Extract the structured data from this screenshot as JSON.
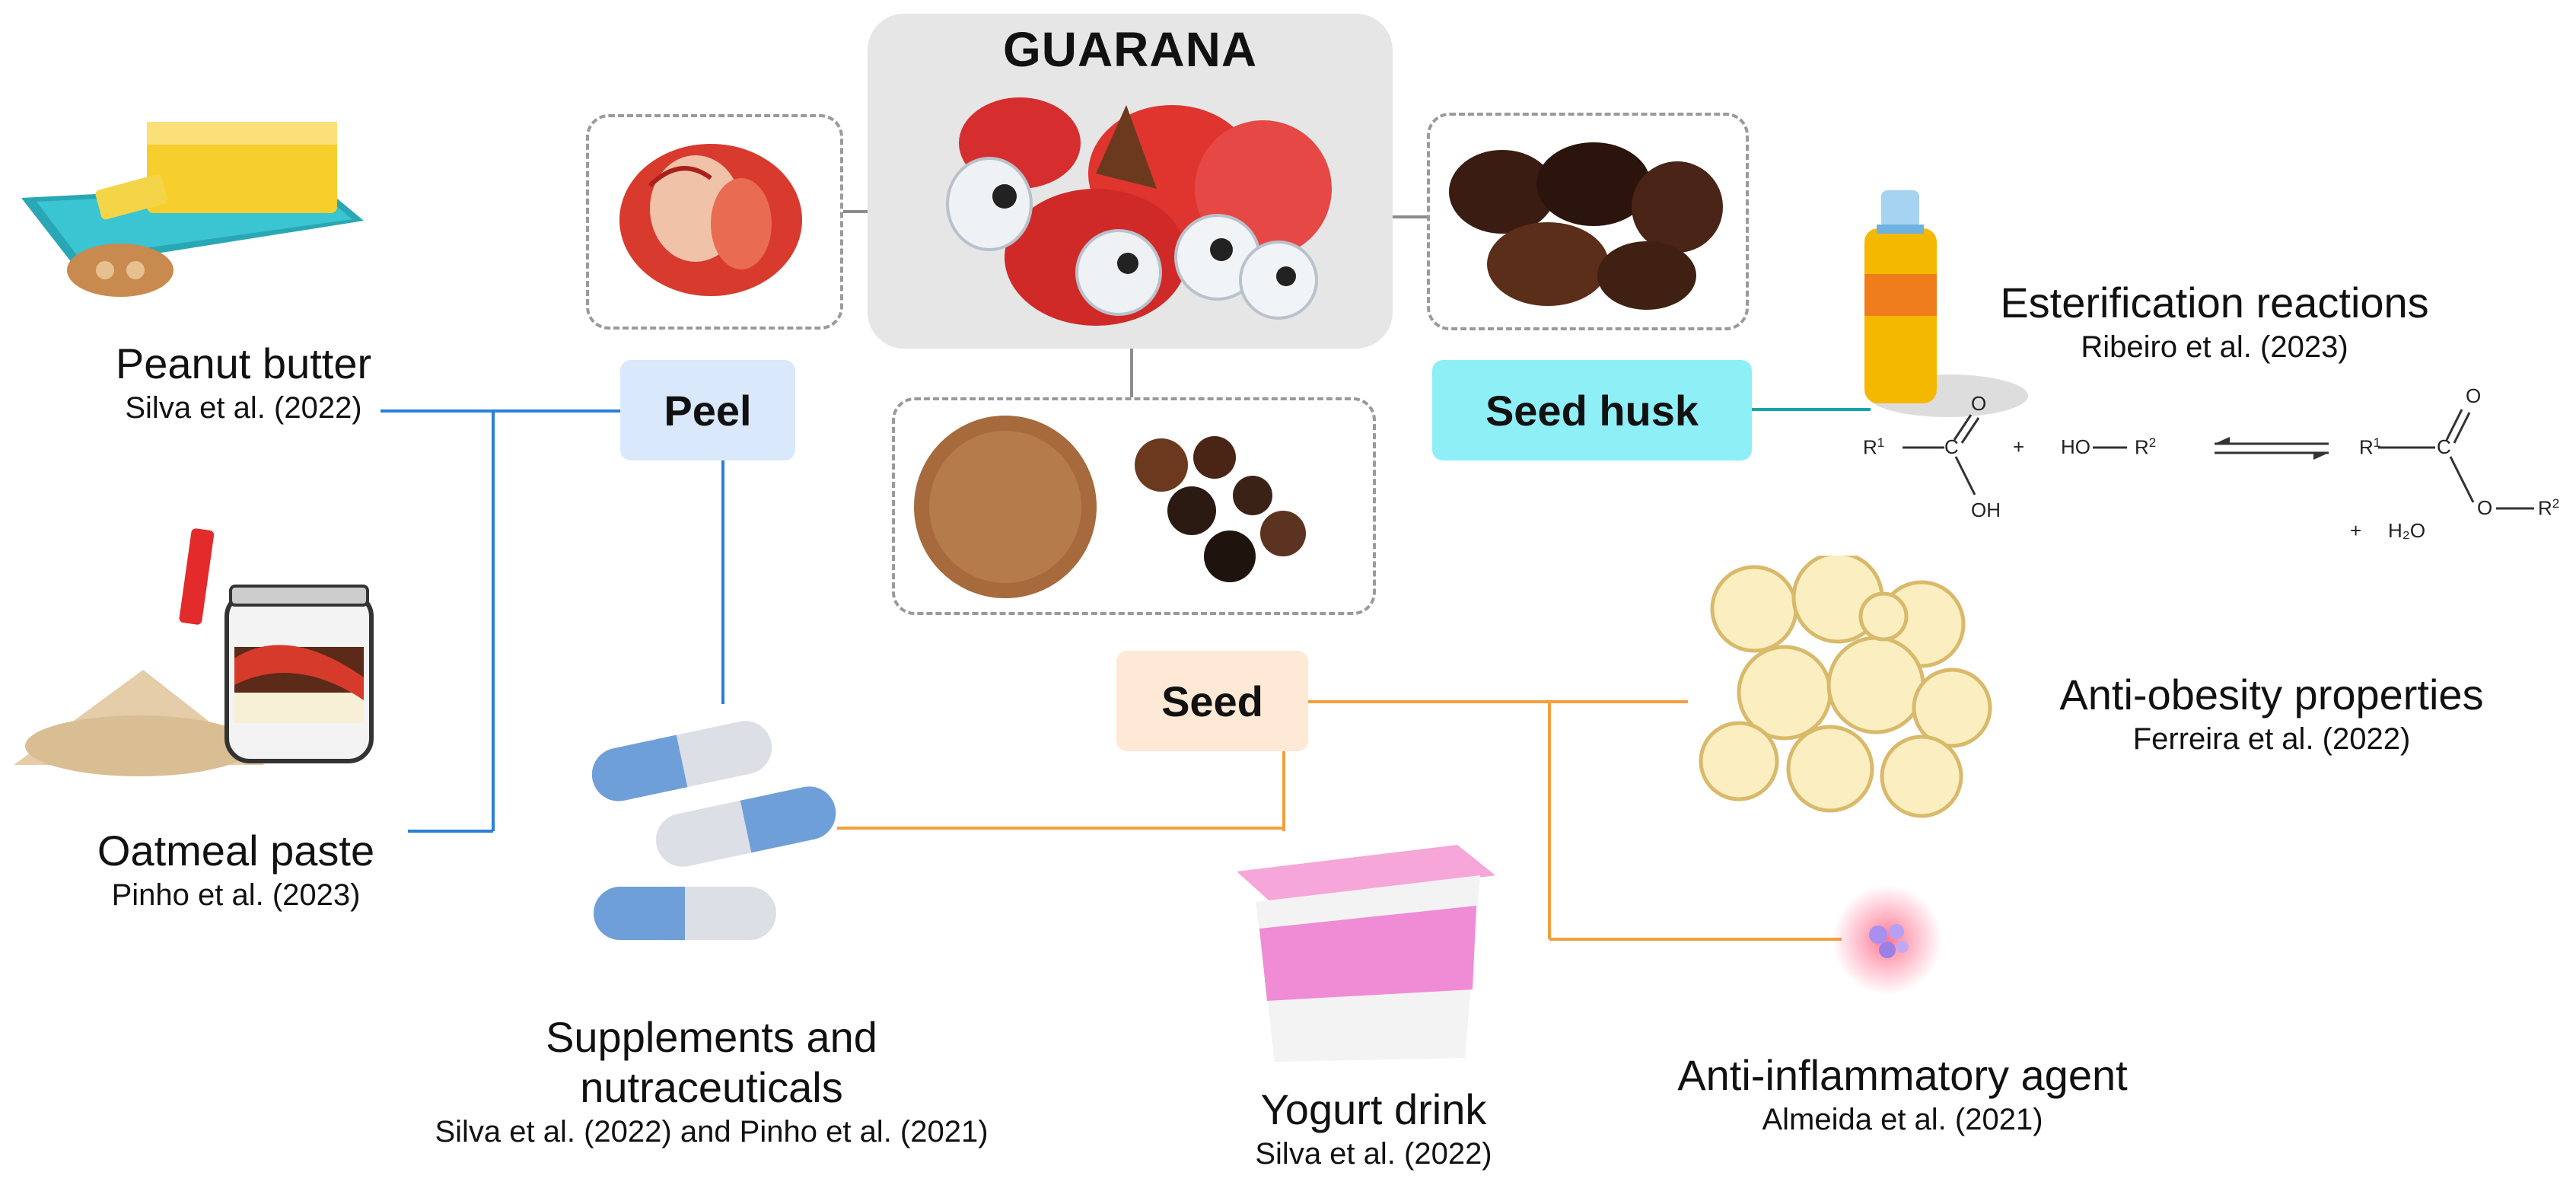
{
  "hub": {
    "title": "GUARANA"
  },
  "parts": {
    "peel": "Peel",
    "seed_husk": "Seed husk",
    "seed": "Seed"
  },
  "applications": {
    "peanut_butter": {
      "title": "Peanut butter",
      "citation": "Silva et al. (2022)"
    },
    "oatmeal_paste": {
      "title": "Oatmeal paste",
      "citation": "Pinho et al. (2023)"
    },
    "supplements": {
      "title_line1": "Supplements and",
      "title_line2": "nutraceuticals",
      "citation": "Silva et al. (2022) and Pinho et al. (2021)"
    },
    "yogurt": {
      "title": "Yogurt drink",
      "citation": "Silva et al. (2022)"
    },
    "esterification": {
      "title": "Esterification reactions",
      "citation": "Ribeiro et al. (2023)"
    },
    "anti_obesity": {
      "title": "Anti-obesity properties",
      "citation": "Ferreira et al. (2022)"
    },
    "anti_inflammatory": {
      "title": "Anti-inflammatory agent",
      "citation": "Almeida et al. (2021)"
    }
  },
  "reaction": {
    "r1": "R",
    "r1_sup": "1",
    "c": "C",
    "o": "O",
    "oh": "OH",
    "plus": "+",
    "alcohol_ho": "HO",
    "r2": "R",
    "r2_sup": "2",
    "p_r1": "R",
    "p_r1_sup": "1",
    "p_c": "C",
    "p_o_top": "O",
    "p_o": "O",
    "p_r2": "R",
    "p_r2_sup": "2",
    "water_plus": "+",
    "water": "H₂O"
  },
  "colors": {
    "peel_branch": "#2b7fd8",
    "seed_branch": "#f2a03d",
    "husk_branch": "#19a3a8",
    "hub_connector": "#8c8c8c",
    "peel_bg": "#d9e8fb",
    "husk_bg": "#8eeff7",
    "seed_bg": "#fde9d6"
  }
}
